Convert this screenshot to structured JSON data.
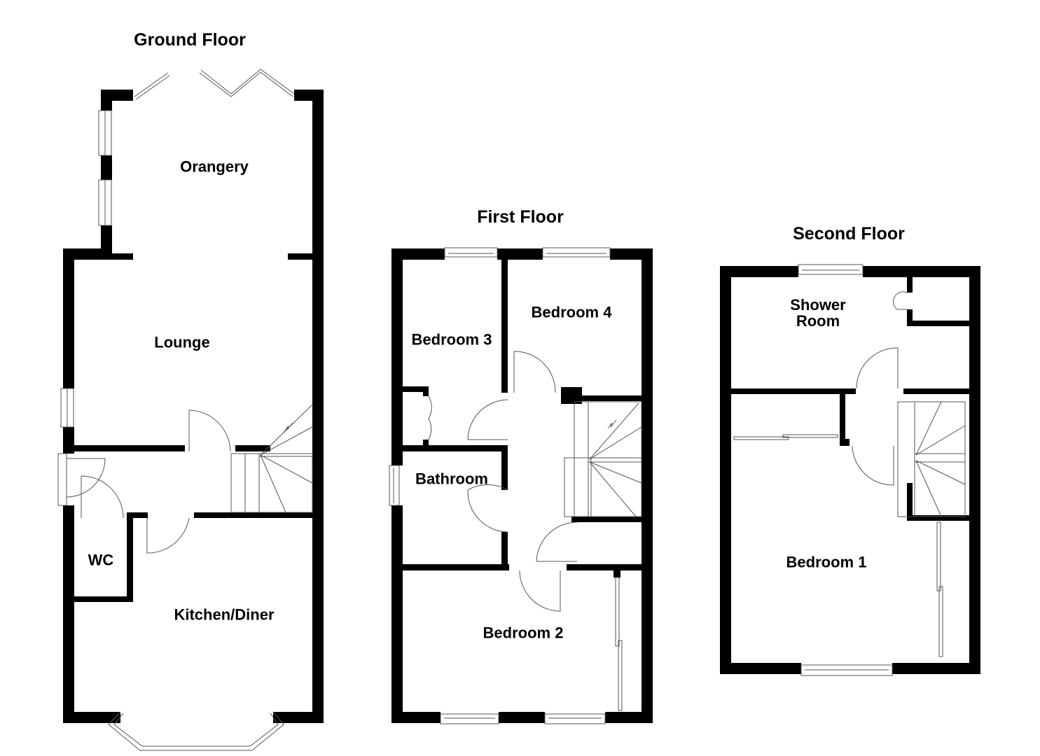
{
  "floors": [
    {
      "title": "Ground Floor",
      "rooms": [
        {
          "label": "Orangery"
        },
        {
          "label": "Lounge"
        },
        {
          "label": "WC"
        },
        {
          "label": "Kitchen/Diner"
        }
      ]
    },
    {
      "title": "First Floor",
      "rooms": [
        {
          "label": "Bedroom 3"
        },
        {
          "label": "Bedroom 4"
        },
        {
          "label": "Bathroom"
        },
        {
          "label": "Bedroom 2"
        }
      ]
    },
    {
      "title": "Second Floor",
      "rooms": [
        {
          "label": "Shower\nRoom"
        },
        {
          "label": "Bedroom 1"
        }
      ]
    }
  ],
  "colors": {
    "wall": "#000000",
    "line": "#555555",
    "background": "#ffffff"
  }
}
